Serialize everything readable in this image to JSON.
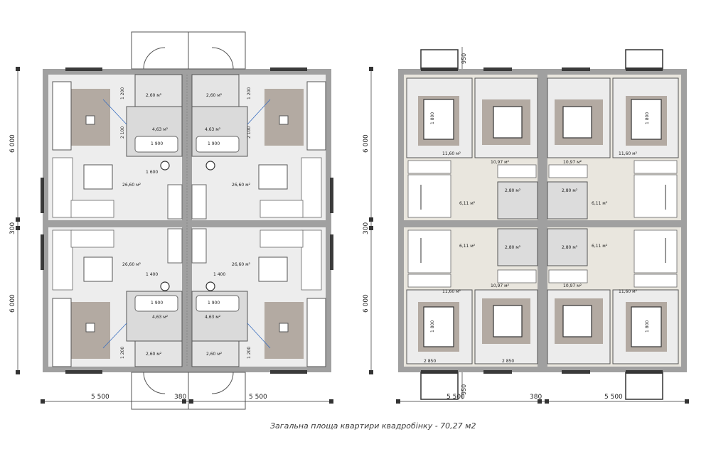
{
  "caption": "Загальна площа квартири квадробінку - 70,27 м2",
  "dims": {
    "d6000": "6 000",
    "d300": "300",
    "d5500": "5 500",
    "d380": "380",
    "d950": "950",
    "d1200": "1 200",
    "d2100": "2 100",
    "d1900": "1 900",
    "d1600": "1 600",
    "d1400": "1 400",
    "d1800": "1 800",
    "d2850": "2 850"
  },
  "areas": {
    "living": "26,60 м²",
    "bath": "4,63 м²",
    "vestibule": "2,60 м²",
    "bedroom1": "11,60 м²",
    "bedroom2": "10,97 м²",
    "wc": "2,80 м²",
    "hall": "6,11 м²"
  },
  "colors": {
    "wall": "#a0a0a0",
    "floor": "#ededed",
    "floor_upper": "#e9e6de",
    "rug": "#b3aaa2",
    "window": "#3a3a3a",
    "dimline": "#333333",
    "stair_arrow": "#4a4aa0",
    "furniture_stroke": "#666666"
  }
}
